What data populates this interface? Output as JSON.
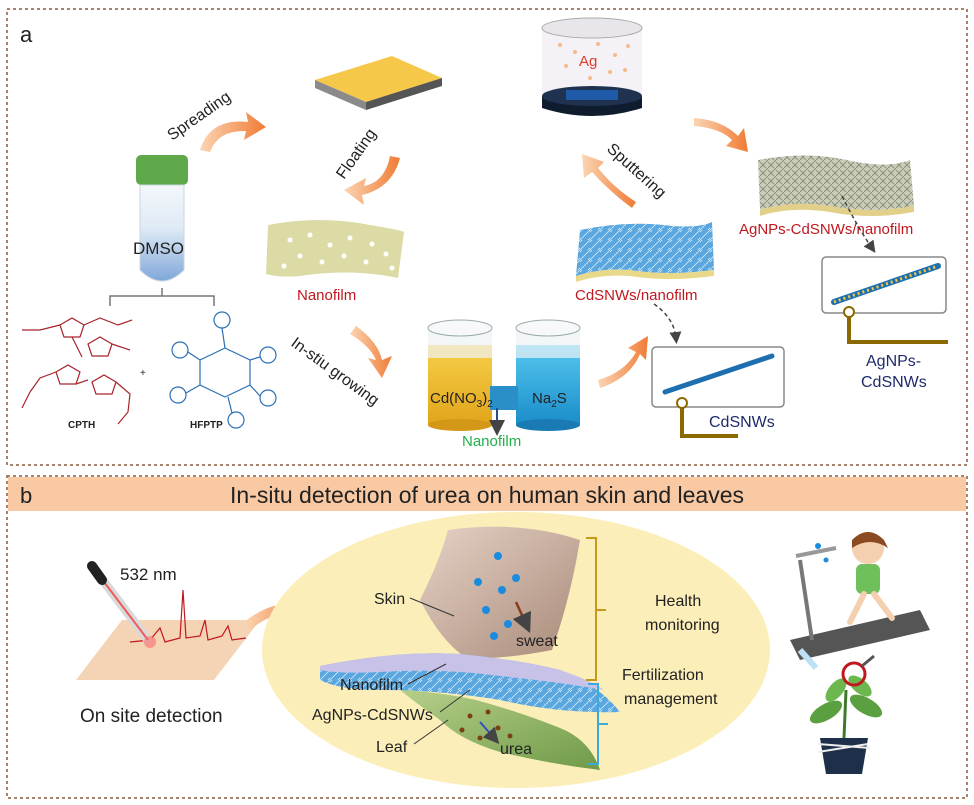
{
  "panel_a": {
    "letter": "a",
    "steps": {
      "spreading": "Spreading",
      "floating": "Floating",
      "sputtering": "Sputtering",
      "insitu": "In-stiu growing"
    },
    "tube_label": "DMSO",
    "ag_label": "Ag",
    "molecules": [
      "CPTH",
      "HFPTP"
    ],
    "plus": "+",
    "nanofilm_label": "Nanofilm",
    "cdsnws_nanofilm_label": "CdSNWs/nanofilm",
    "agnps_nanofilm_label": "AgNPs-CdSNWs/nanofilm",
    "beaker_left": "Cd(NO3)2",
    "beaker_right": "Na2S",
    "beaker_bottom": "Nanofilm",
    "electrode_label": "CdSNWs",
    "electrode2_label_1": "AgNPs-",
    "electrode2_label_2": "CdSNWs"
  },
  "panel_b": {
    "letter": "b",
    "title": "In-situ detection of urea on human skin and leaves",
    "laser": "532 nm",
    "onsite": "On site detection",
    "layers": [
      "Skin",
      "Nanofilm",
      "AgNPs-CdSNWs",
      "Leaf"
    ],
    "sweat": "sweat",
    "urea": "urea",
    "app1": [
      "Health",
      "monitoring"
    ],
    "app2": [
      "Fertilization",
      "management"
    ]
  },
  "colors": {
    "frame": "#8b5a3c",
    "arrow": "#f08a4b",
    "title_bar": "#f8c9a3",
    "ellipse": "#fbeeb8",
    "bracket": "#c59a1a",
    "bracket2": "#3aa9de"
  }
}
